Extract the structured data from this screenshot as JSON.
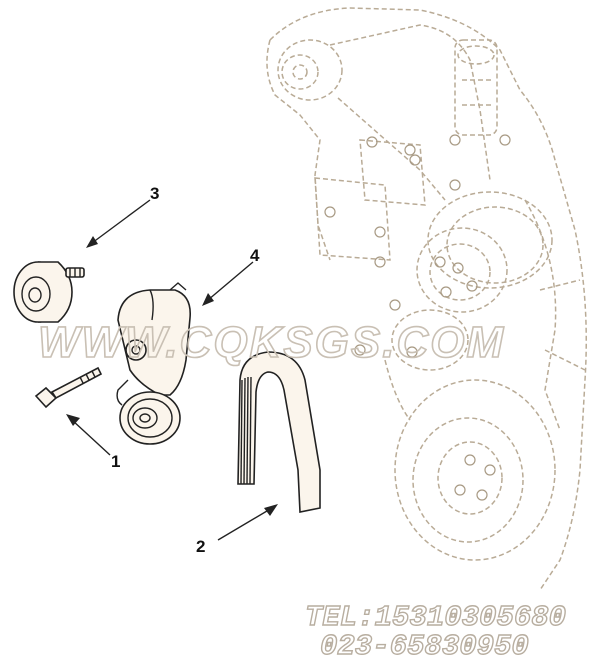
{
  "callouts": [
    {
      "id": "1",
      "label": "1"
    },
    {
      "id": "2",
      "label": "2"
    },
    {
      "id": "3",
      "label": "3"
    },
    {
      "id": "4",
      "label": "4"
    }
  ],
  "watermark": {
    "site": "WWW.CQKSGS.COM",
    "tel": "TEL:15310305680",
    "phone": "023-65830950"
  },
  "colors": {
    "background": "#ffffff",
    "engine_line": "#b9ab96",
    "part_line": "#222222",
    "part_fill": "#fbf5ec"
  }
}
